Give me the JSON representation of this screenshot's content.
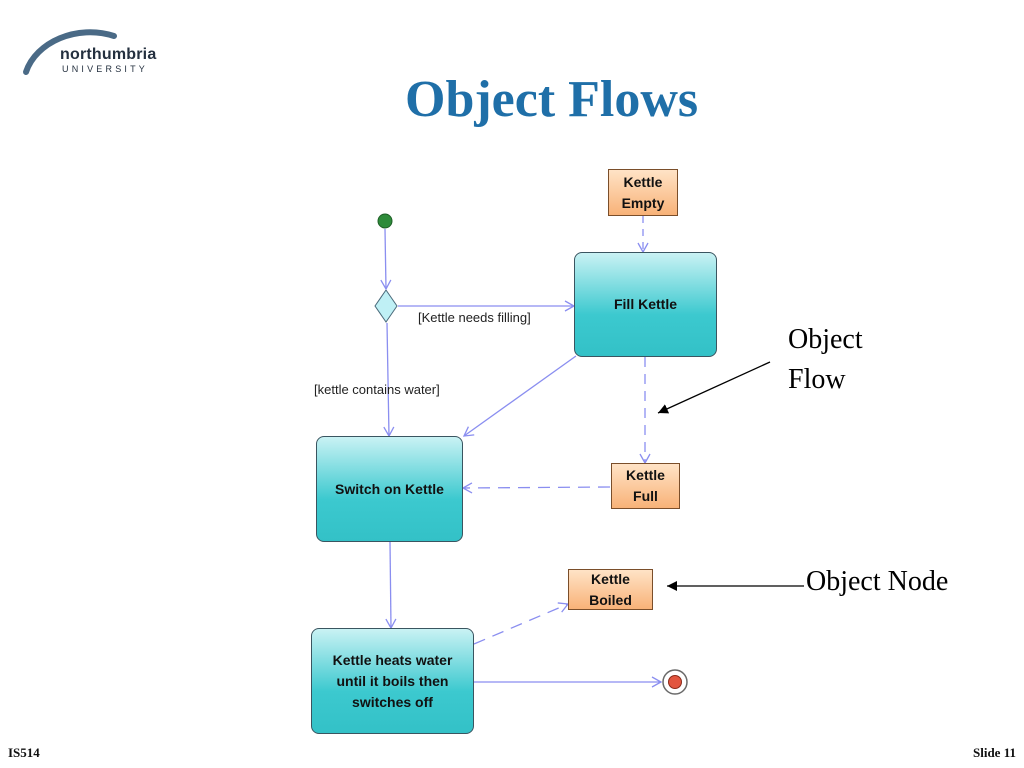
{
  "logo": {
    "name": "northumbria",
    "sub": "UNIVERSITY"
  },
  "title": "Object Flows",
  "diagram": {
    "actions": {
      "fill_kettle": "Fill Kettle",
      "switch_on": "Switch on Kettle",
      "heats": "Kettle heats water\nuntil it boils then\nswitches off"
    },
    "objects": {
      "empty": "Kettle\nEmpty",
      "full": "Kettle\nFull",
      "boiled": "Kettle\nBoiled"
    },
    "guards": {
      "needs_filling": "[Kettle needs filling]",
      "contains_water": "[kettle contains water]"
    }
  },
  "callouts": {
    "object_flow": "Object\nFlow",
    "object_node": "Object Node"
  },
  "footer": {
    "left": "IS514",
    "right": "Slide 11"
  },
  "colors": {
    "title": "#1f6fa8",
    "flow_line": "#8a8ef0",
    "action_fill": "#3cc9cf",
    "object_fill": "#f8b278",
    "initial_node": "#2e8b3a",
    "final_node": "#e2553f"
  }
}
